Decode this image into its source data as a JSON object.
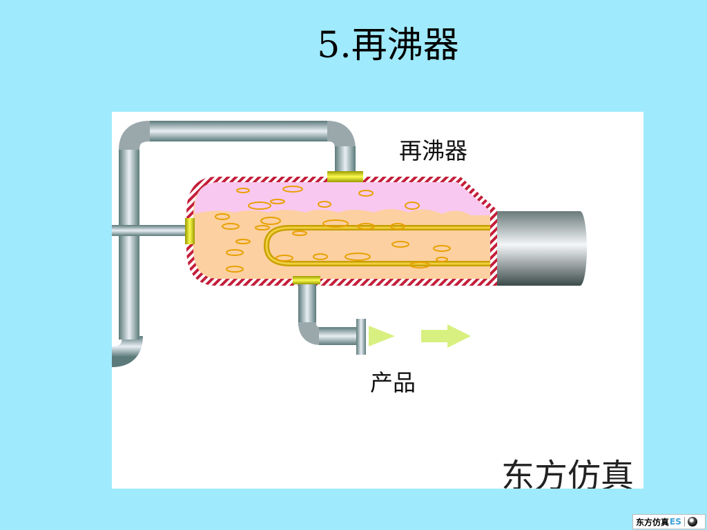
{
  "slide": {
    "title": "5.再沸器"
  },
  "figure": {
    "label_reboiler": "再沸器",
    "label_product": "产品",
    "brand_watermark": "东方仿真"
  },
  "footer_logo": {
    "text": "东方仿真",
    "suffix": "ES"
  },
  "colors": {
    "background": "#9feafc",
    "vessel_wall": "#c41e3a",
    "liquid": "#fcd0a0",
    "vapor": "#f8c8f0",
    "bubble_stroke": "#e8a000",
    "tube_bundle": "#c8a000",
    "arrow": "#d8f080"
  }
}
